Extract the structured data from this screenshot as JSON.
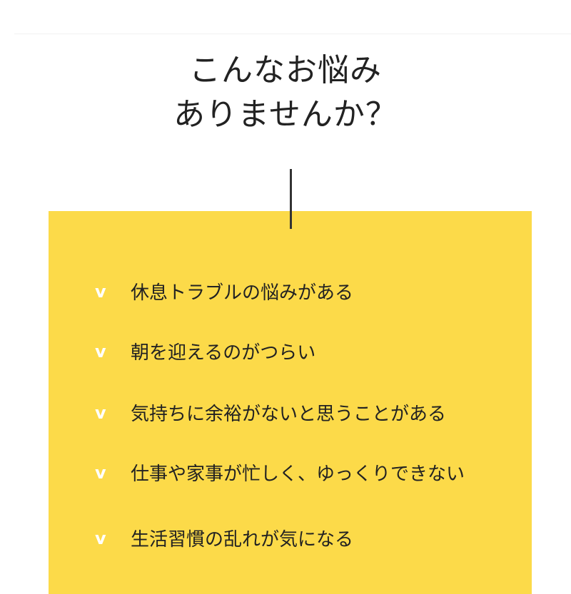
{
  "title": {
    "line1": "こんなお悩み",
    "line2": "ありませんか？"
  },
  "colors": {
    "accent": "#FCDA49",
    "text": "#222222",
    "check": "#FFFFFF"
  },
  "check_icon": "v",
  "items": [
    {
      "label": "休息トラブルの悩みがある"
    },
    {
      "label": "朝を迎えるのがつらい"
    },
    {
      "label": "気持ちに余裕がないと思うことがある"
    },
    {
      "label": "仕事や家事が忙しく、ゆっくりできない"
    },
    {
      "label": "生活習慣の乱れが気になる"
    }
  ]
}
